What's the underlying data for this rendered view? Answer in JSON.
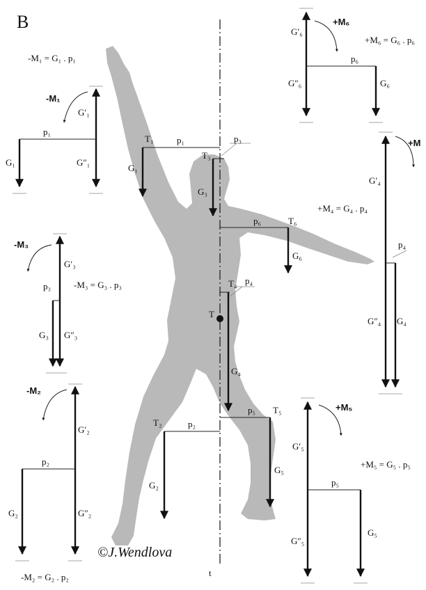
{
  "panel_letter": "B",
  "signature": "©J.Wendlova",
  "axis_label": "t",
  "body_points": {
    "T": "T",
    "T1": "T₁",
    "T2": "T₂",
    "T3": "T₃",
    "T4": "T₄",
    "T5": "T₅",
    "T6": "T₆"
  },
  "body_labels": {
    "p1": "p₁",
    "p2": "p₂",
    "p3": "p₃",
    "p4": "p₄",
    "p5": "p₅",
    "p6": "p₆",
    "G1": "G₁",
    "G2": "G₂",
    "G3": "G₃",
    "G4": "G₄",
    "G5": "G₅",
    "G6": "G₆"
  },
  "segments": {
    "s1": {
      "moment": "-M₁",
      "equation": "-M₁ = G₁ . p₁",
      "g": "G₁",
      "g_up": "G′₁",
      "g_down": "G″₁",
      "p": "p₁"
    },
    "s2": {
      "moment": "-M₂",
      "equation": "-M₂ = G₂ . p₂",
      "g": "G₂",
      "g_up": "G′₂",
      "g_down": "G″₂",
      "p": "p₂"
    },
    "s3": {
      "moment": "-M₃",
      "equation": "-M₃ = G₃ . p₃",
      "g": "G₃",
      "g_up": "G′₃",
      "g_down": "G″₃",
      "p": "p₃"
    },
    "s4": {
      "moment": "+M",
      "equation": "+M₄ = G₄ . p₄",
      "g": "G₄",
      "g_up": "G′₄",
      "g_down": "G″₄",
      "p": "p₄"
    },
    "s5": {
      "moment": "+M₅",
      "equation": "+M₅ = G₅ . p₅",
      "g": "G₅",
      "g_up": "G′₅",
      "g_down": "G″₅",
      "p": "p₅"
    },
    "s6": {
      "moment": "+M₆",
      "equation": "+M₆ = G₆ . p₆",
      "g": "G₆",
      "g_up": "G′₆",
      "g_down": "G″₆",
      "p": "p₆"
    }
  }
}
